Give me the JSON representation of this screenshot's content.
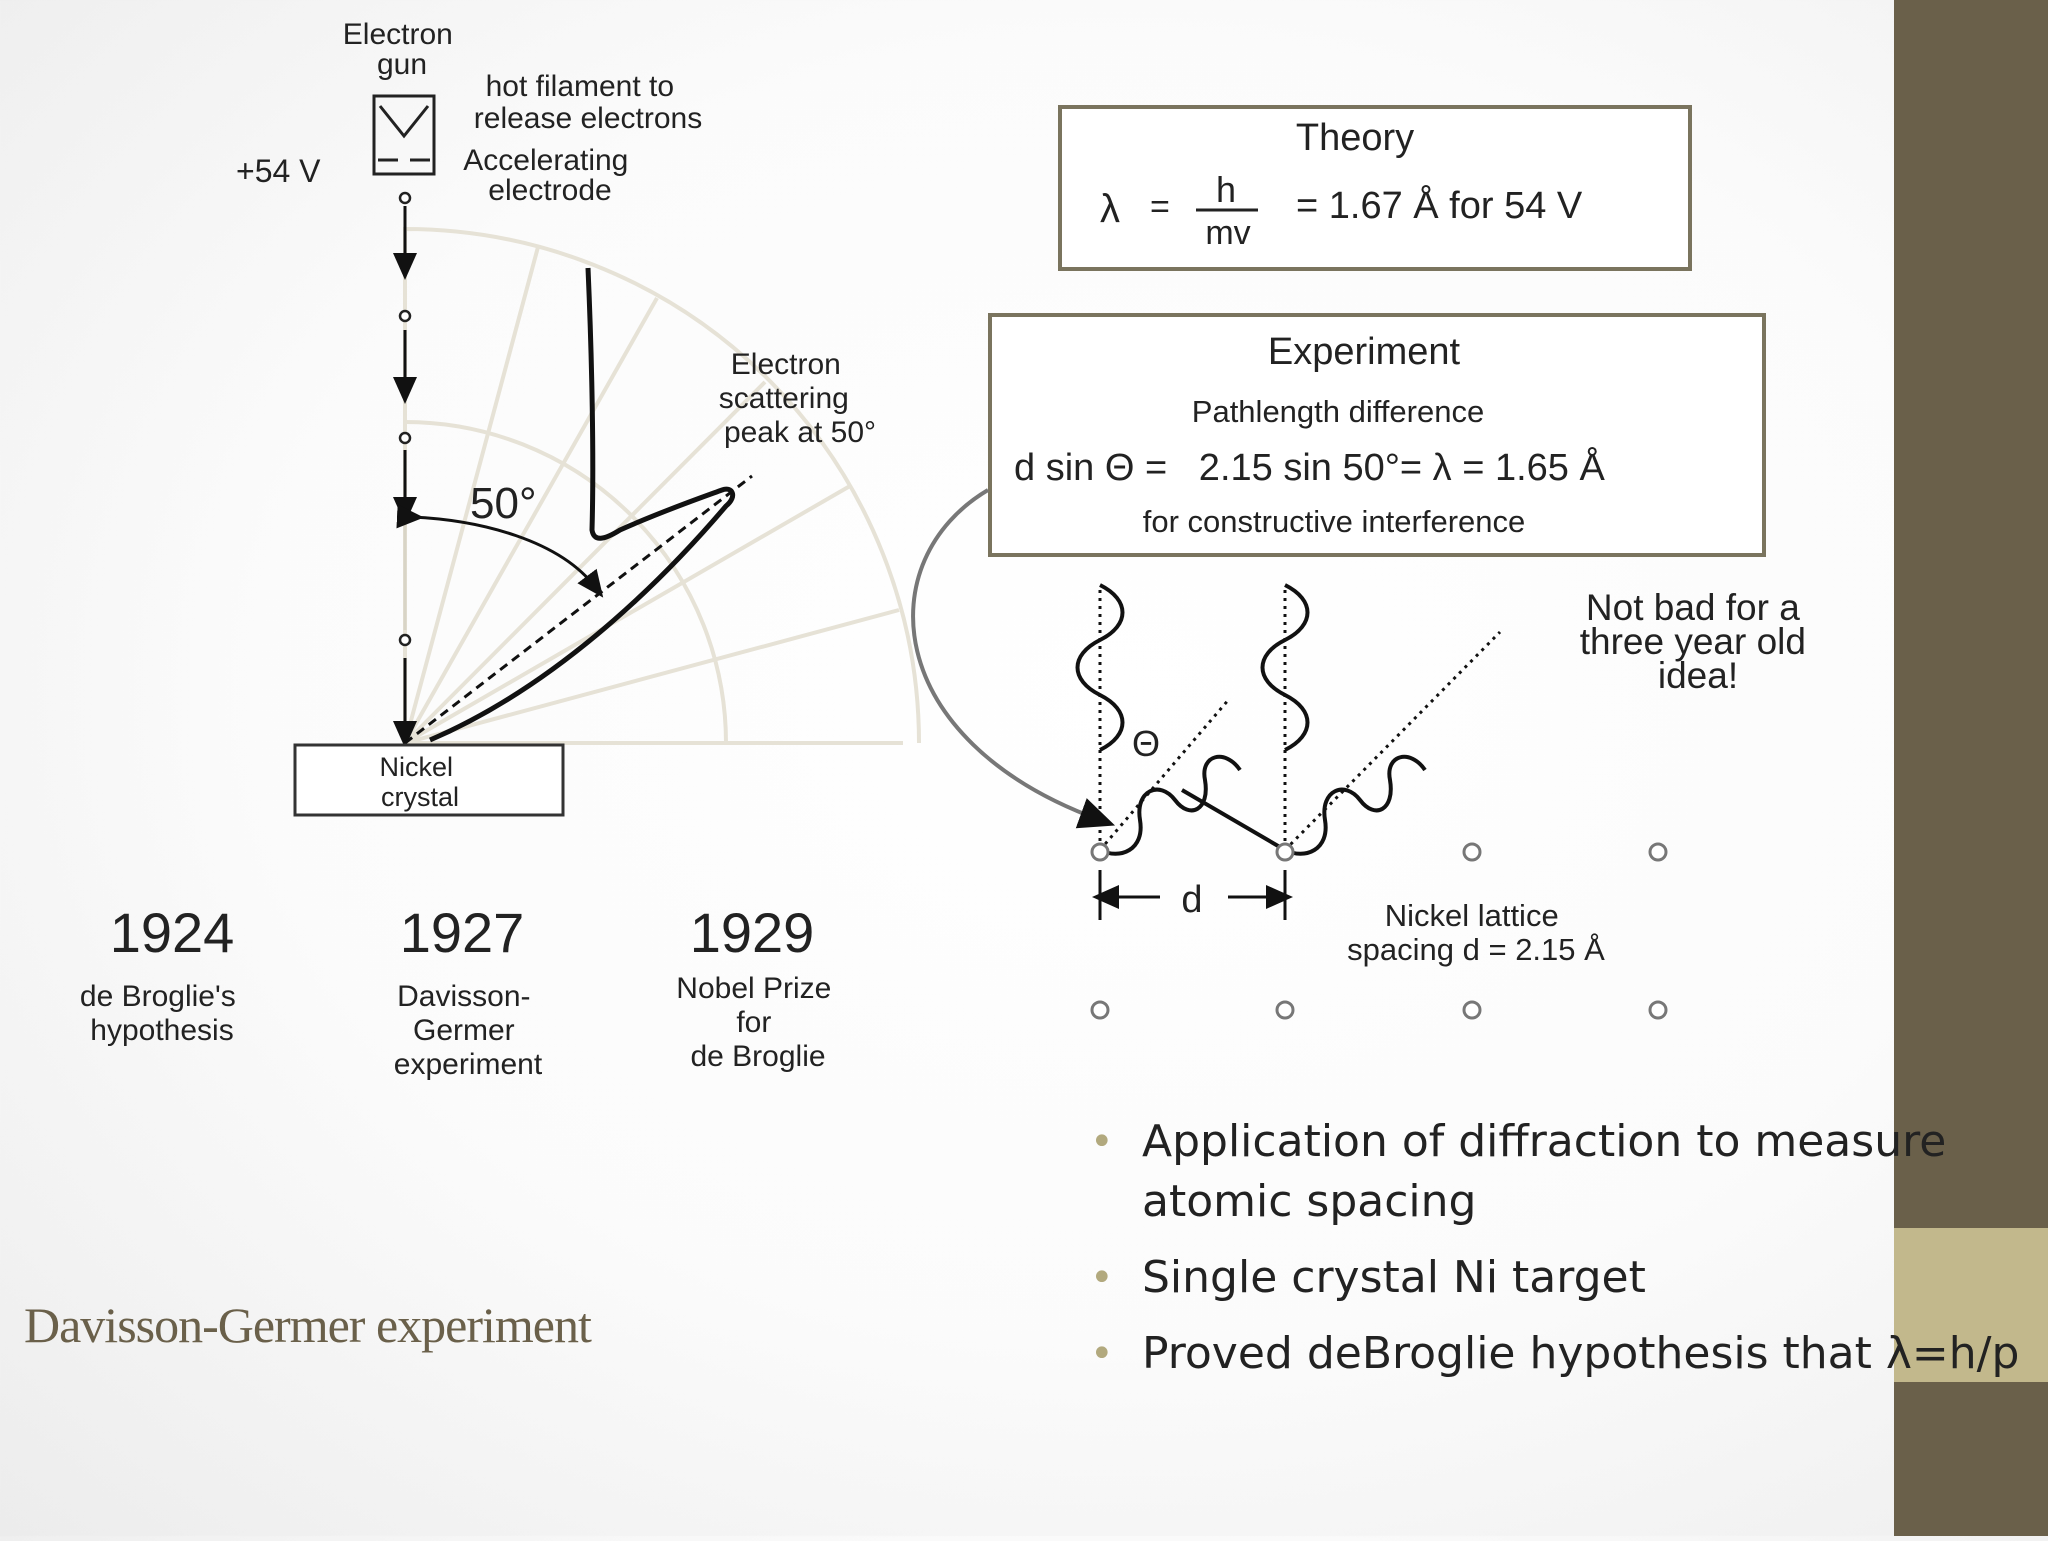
{
  "apparatus": {
    "electron_gun": "Electron gun",
    "filament": "hot filament to release electrons",
    "voltage": "+54 V",
    "electrode": "Accelerating electrode",
    "peak_label": "Electron scattering peak at 50°",
    "angle": "50°",
    "crystal": "Nickel crystal"
  },
  "timeline": [
    {
      "year": "1924",
      "caption": [
        "de Broglie's",
        "hypothesis"
      ]
    },
    {
      "year": "1927",
      "caption": [
        "Davisson-",
        "Germer",
        "experiment"
      ]
    },
    {
      "year": "1929",
      "caption": [
        "Nobel Prize",
        "for",
        "de Broglie"
      ]
    }
  ],
  "theory": {
    "title": "Theory",
    "lambda": "λ",
    "eq": "=",
    "numerator": "h",
    "denominator": "mv",
    "result": "= 1.67 Å for 54 V"
  },
  "experiment": {
    "title": "Experiment",
    "subtitle": "Pathlength difference",
    "equation": "d sin Θ =   2.15 sin 50°= λ = 1.65 Å",
    "note": "for constructive interference"
  },
  "lattice": {
    "theta": "Θ",
    "d": "d",
    "spacing": [
      "Nickel lattice",
      "spacing  d = 2.15 Å"
    ],
    "remark": [
      "Not bad for a",
      "three year old",
      "idea!"
    ]
  },
  "slide_title": "Davisson-Germer experiment",
  "bullets": [
    "Application of diffraction to measure atomic spacing",
    "Single crystal Ni target",
    "Proved deBroglie hypothesis that λ=h/p"
  ],
  "colors": {
    "sidebar": "#6a604a",
    "sidebar_band": "#c2b88c",
    "bullet": "#b2a97e",
    "title": "#6a604a"
  }
}
